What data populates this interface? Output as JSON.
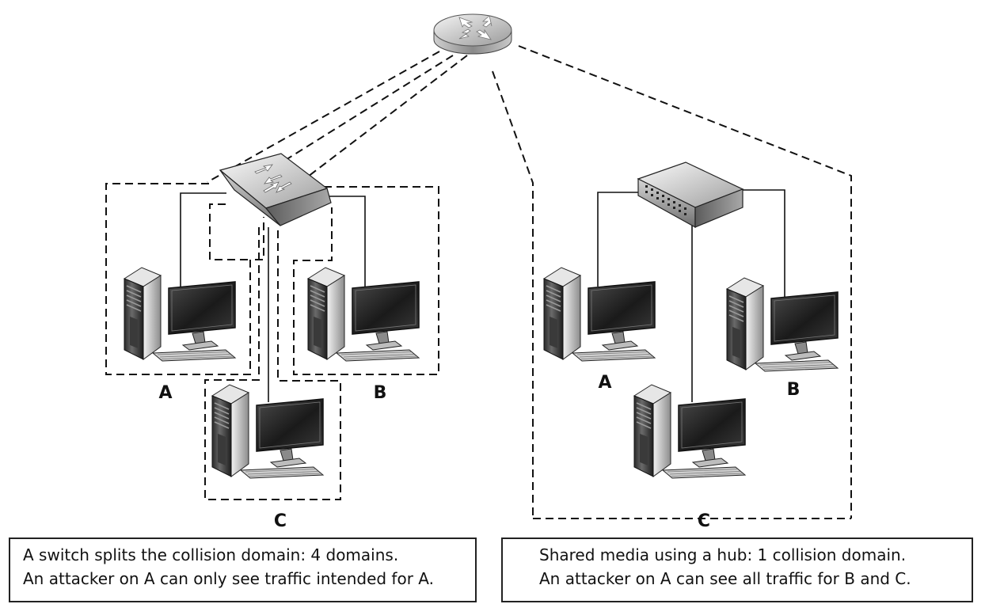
{
  "labels": {
    "switch_side": {
      "a": "A",
      "b": "B",
      "c": "C"
    },
    "hub_side": {
      "a": "A",
      "b": "B",
      "c": "C"
    }
  },
  "captions": {
    "left": {
      "line1": "A switch splits the collision domain: 4 domains.",
      "line2": "An attacker on A can only see traffic intended for A."
    },
    "right": {
      "line1": "Shared media using a hub: 1 collision domain.",
      "line2": "An attacker on A can see all traffic for B and C."
    }
  },
  "icons": {
    "router": "router-icon",
    "switch": "switch-icon",
    "hub": "hub-icon",
    "computer": "computer-icon"
  },
  "colors": {
    "line": "#111111",
    "device_light": "#f0f0f0",
    "device_dark": "#7a7a7a"
  }
}
